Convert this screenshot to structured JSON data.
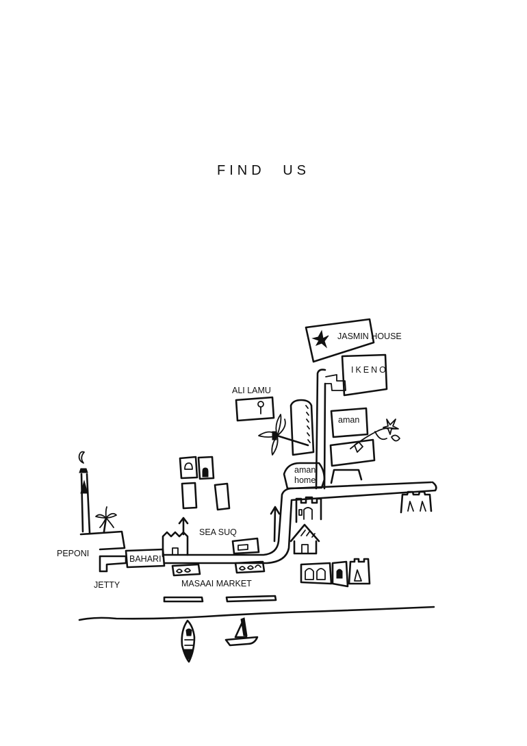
{
  "title": "FIND  US",
  "labels": {
    "jasmin_house": "JASMIN HOUSE",
    "ikeno": "IKENO",
    "ali_lamu": "ALI LAMU",
    "aman": "aman",
    "aman_home_line1": "aman",
    "aman_home_line2": "home",
    "sea_suq": "SEA SUQ",
    "peponi": "PEPONI",
    "bahari": "BAHARI",
    "jetty": "JETTY",
    "masaai_market": "MASAAI MARKET"
  },
  "colors": {
    "ink": "#111111",
    "paper": "#ffffff"
  },
  "icons": [
    "palm-tree-icon",
    "flower-icon",
    "mosque-icon",
    "arrow-up-icon",
    "boat-icon",
    "sailboat-icon",
    "hut-icon"
  ]
}
